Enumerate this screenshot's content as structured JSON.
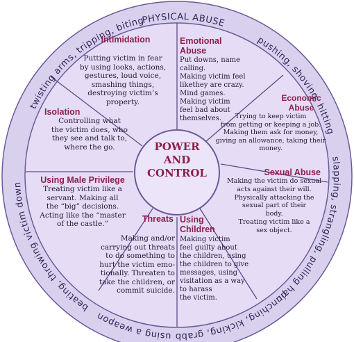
{
  "center": {
    "line1": "POWER",
    "line2": "AND",
    "line3": "CONTROL"
  },
  "outer_ring": {
    "top": "PHYSICAL ABUSE",
    "top_right": "pushing, shoving, hitting",
    "right": "slapping, strangling, pulling hair",
    "bottom_right": "punching, kicking, grabbing",
    "bottom": "using a weapon",
    "left": "beating, throwing victim down",
    "top_left": "twisting arms, tripping, biting"
  },
  "segments": {
    "intimidation": {
      "title": "Intimidation",
      "body": "Putting victim in fear\nby using looks, actions,\ngestures, loud voice,\nsmashing things,\ndestroying victim’s\nproperty."
    },
    "emotional": {
      "title": "Emotional\nAbuse",
      "body": "Put downs, name calling.\nMaking victim feel\nlikethey are crazy.\nMind games.\nMaking victim\nfeel bad about\nthemselves."
    },
    "economic": {
      "title": "Economic\nAbuse",
      "body": "Trying to keep victim\nfrom getting or keeping a job.\nMaking them ask for money,\ngiving an allowance, taking their\nmoney."
    },
    "sexual": {
      "title": "Sexual Abuse",
      "body": "Making the victim do sexual\nacts against their will.\nPhysically attacking the\nsexual part of their\nbody.\nTreating victim like a\nsex object."
    },
    "children": {
      "title": "Using\nChildren",
      "body": "Making victim\nfeel guilty about\nthe children, using\nthe children to give\nmessages, using\nvisitation as a way\nto harass\nthe victim."
    },
    "threats": {
      "title": "Threats",
      "body": "Making and/or\ncarrying out threats\nto do something to\nhurt the victim emo-\ntionally.  Threaten to\ntake the children, or\ncommit suicide."
    },
    "male_privilege": {
      "title": "Using Male Privilege",
      "body": "Treating victim like a\nservant.  Making all\nthe “big” decisions.\nActing like the “master\nof the castle.”"
    },
    "isolation": {
      "title": "Isolation",
      "body": "Controlling what\nthe victim does, who\nthey see and talk to,\nwhere the go."
    }
  },
  "colors": {
    "outer_ring": "#d9d0ee",
    "inner_disc": "#e6dcf5",
    "center_disc": "#ece4f8",
    "outline": "#6b5a9a",
    "spoke": "#5c4d86",
    "title": "#8b1f4d",
    "ring_text": "#2d2656"
  }
}
